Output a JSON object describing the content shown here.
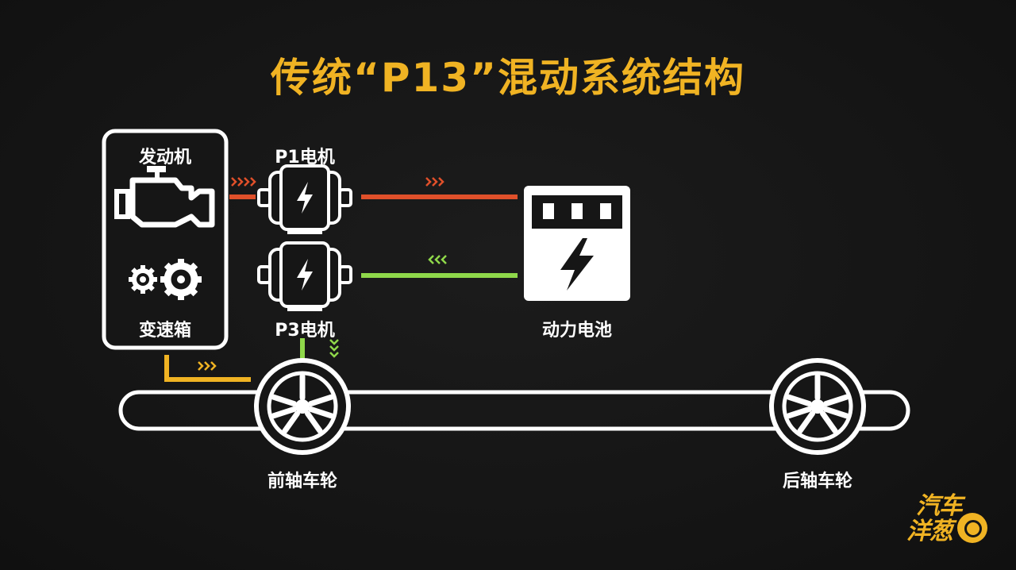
{
  "title": "传统“P13”混动系统结构",
  "labels": {
    "engine": "发动机",
    "gearbox": "变速箱",
    "p1_motor": "P1电机",
    "p3_motor": "P3电机",
    "battery": "动力电池",
    "front_wheel": "前轴车轮",
    "rear_wheel": "后轴车轮"
  },
  "logo": {
    "line1": "汽车",
    "line2": "洋葱"
  },
  "colors": {
    "title": "#f0b323",
    "engine_flow": "#e0502a",
    "electric_flow": "#8fd84a",
    "mechanical_flow": "#f0b323",
    "outline": "#ffffff",
    "background": "#161616"
  },
  "icons": {
    "engine": "engine-icon",
    "gearbox": "gears-icon",
    "motor": "lightning-icon",
    "battery": "battery-icon",
    "wheel": "wheel-icon"
  }
}
